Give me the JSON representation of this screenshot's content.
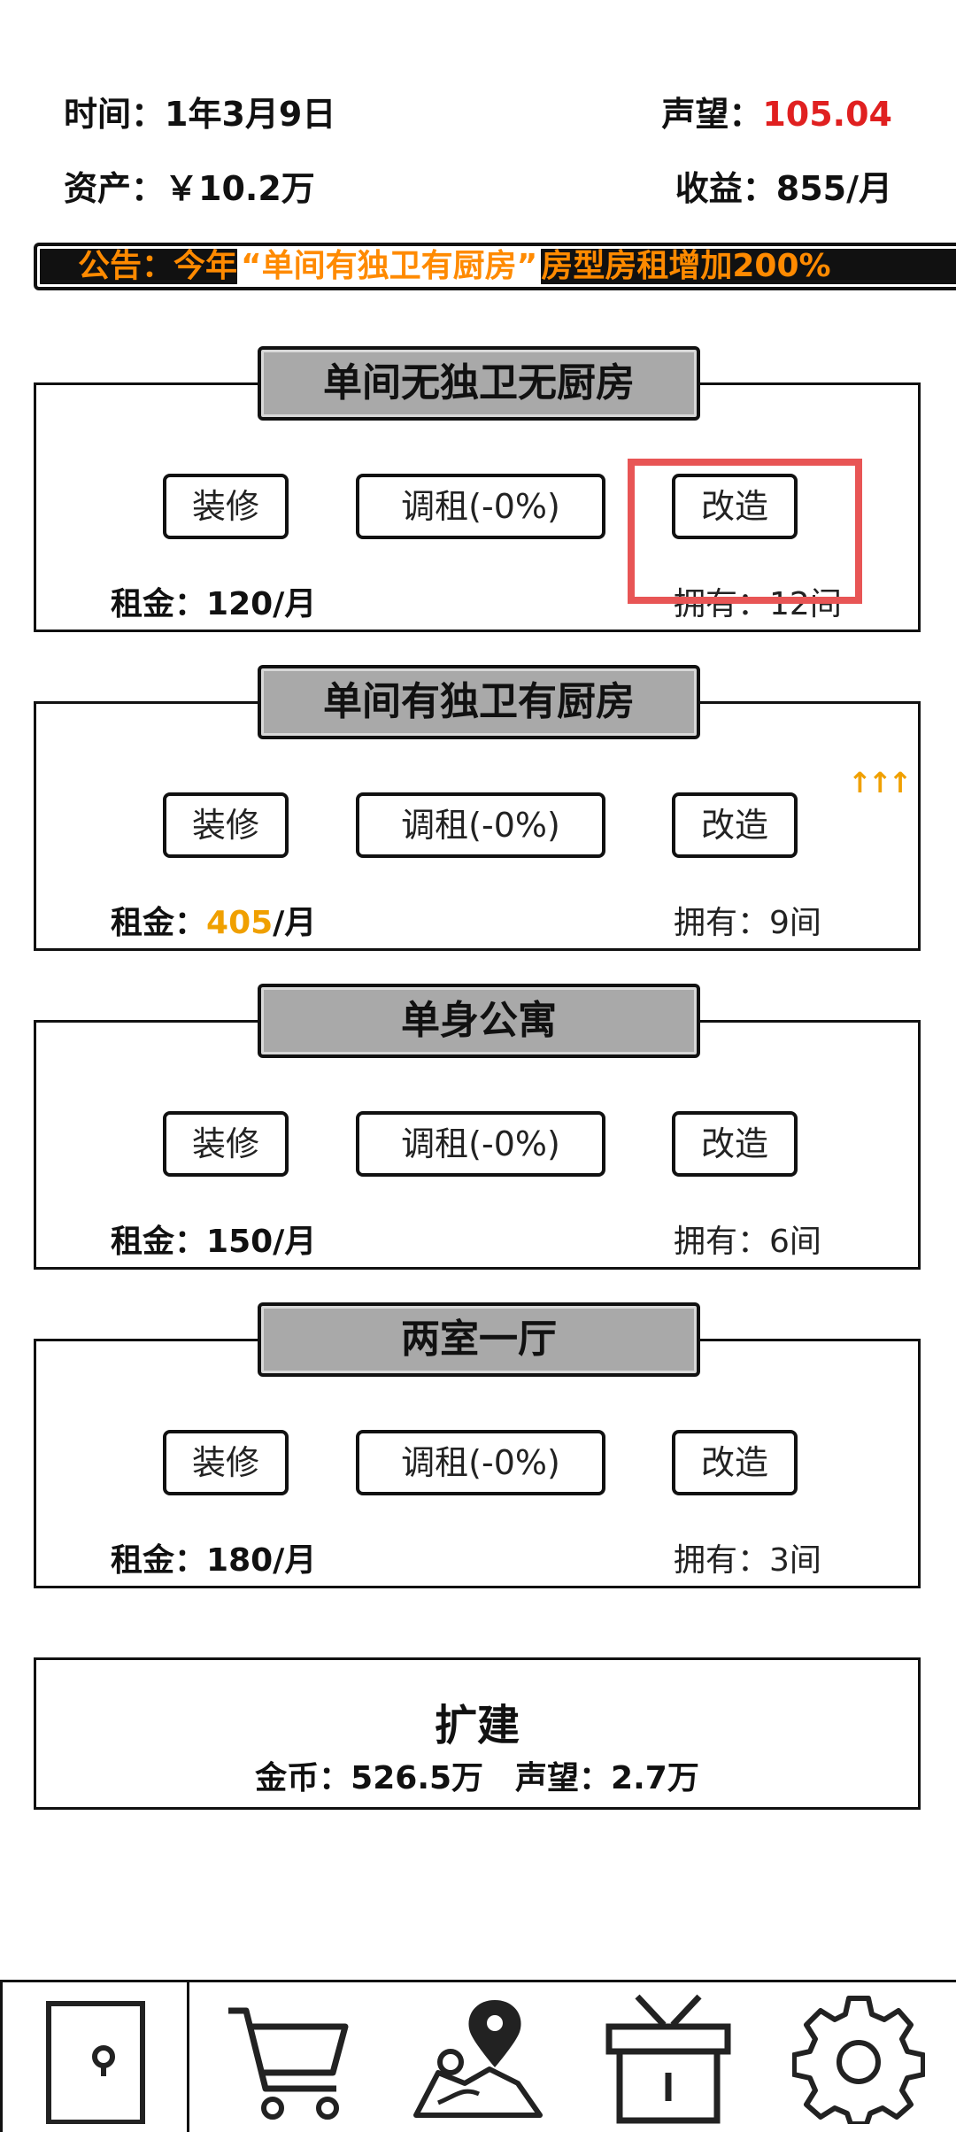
{
  "header": {
    "time_label": "时间：",
    "time_value": "1年3月9日",
    "fame_label": "声望：",
    "fame_value": "105.04",
    "assets_label": "资产：",
    "assets_value": "￥10.2万",
    "income_label": "收益：",
    "income_value": "855/月"
  },
  "notice": {
    "prefix": "公告：今年",
    "highlight": "“单间有独卫有厨房”",
    "suffix": "房型房租增加200%"
  },
  "buttons": {
    "decorate": "装修",
    "adjust_rent": "调租(-0%)",
    "renovate": "改造"
  },
  "labels": {
    "rent": "租金：",
    "own": "拥有：",
    "rent_unit": "/月"
  },
  "rooms": [
    {
      "name": "单间无独卫无厨房",
      "rent": "120",
      "own": "12间"
    },
    {
      "name": "单间有独卫有厨房",
      "rent": "405",
      "own": "9间",
      "boost": "↑↑↑"
    },
    {
      "name": "单身公寓",
      "rent": "150",
      "own": "6间"
    },
    {
      "name": "两室一厅",
      "rent": "180",
      "own": "3间"
    }
  ],
  "expand": {
    "title": "扩建",
    "cost": "金币：526.5万　声望：2.7万"
  },
  "colors": {
    "accent_red": "#e02020",
    "notice_orange": "#ff8a00",
    "boost_orange": "#f0a000",
    "highlight_red": "#e85555",
    "title_gray": "#a9a9a9"
  },
  "nav": [
    {
      "icon": "door-icon"
    },
    {
      "icon": "cart-icon"
    },
    {
      "icon": "map-icon"
    },
    {
      "icon": "gift-box-icon"
    },
    {
      "icon": "gear-icon"
    }
  ]
}
